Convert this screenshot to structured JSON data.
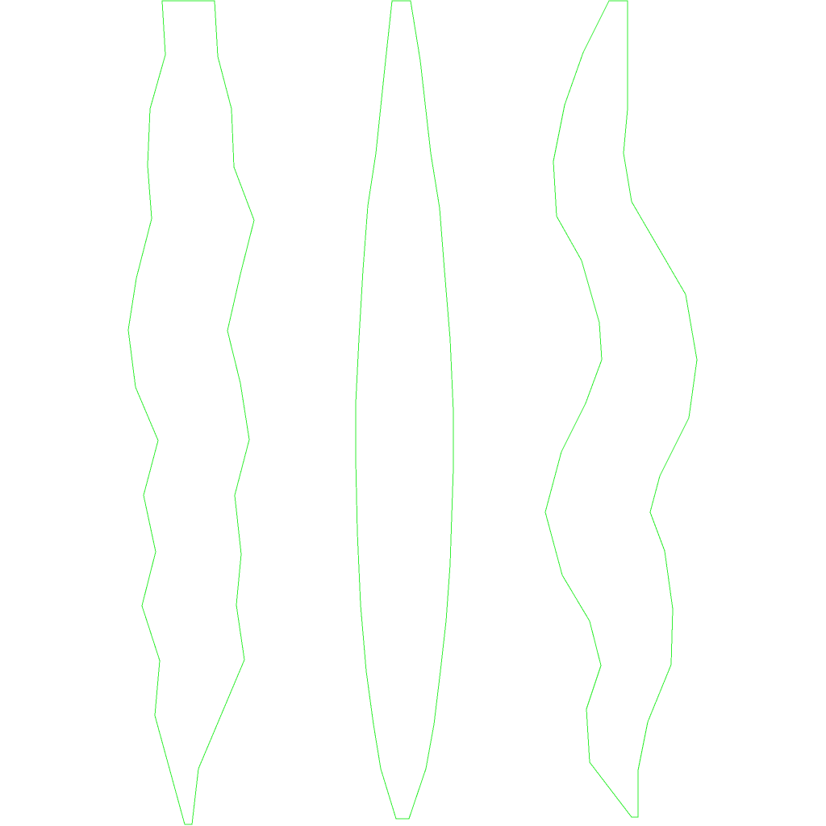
{
  "scene": {
    "background_color": "#ffffff",
    "outline_color": "#33ee33",
    "shapes": [
      {
        "name": "left-wavy-outline"
      },
      {
        "name": "center-lens-outline"
      },
      {
        "name": "right-wavy-outline"
      }
    ]
  }
}
